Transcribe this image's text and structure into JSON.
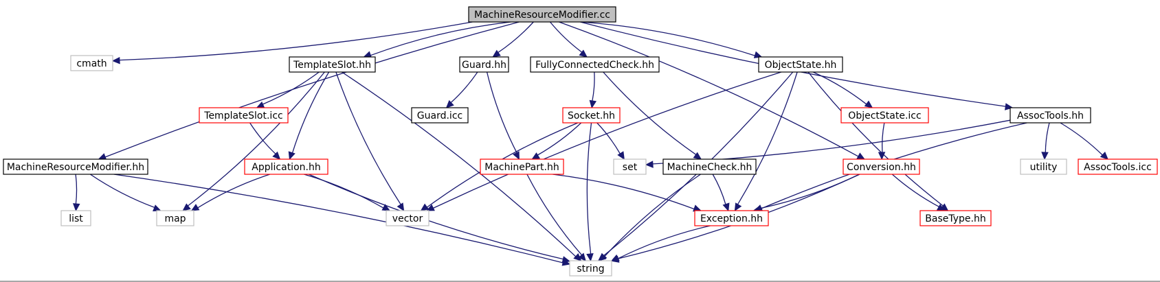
{
  "graph": {
    "nodes": [
      {
        "id": "mrm_cc",
        "label": "MachineResourceModifier.cc",
        "style": "root"
      },
      {
        "id": "cmath",
        "label": "cmath",
        "style": "system"
      },
      {
        "id": "templateslot_hh",
        "label": "TemplateSlot.hh",
        "style": "normal"
      },
      {
        "id": "guard_hh",
        "label": "Guard.hh",
        "style": "normal"
      },
      {
        "id": "fcc_hh",
        "label": "FullyConnectedCheck.hh",
        "style": "normal"
      },
      {
        "id": "objectstate_hh",
        "label": "ObjectState.hh",
        "style": "normal"
      },
      {
        "id": "templateslot_icc",
        "label": "TemplateSlot.icc",
        "style": "truncated"
      },
      {
        "id": "guard_icc",
        "label": "Guard.icc",
        "style": "normal"
      },
      {
        "id": "socket_hh",
        "label": "Socket.hh",
        "style": "truncated"
      },
      {
        "id": "objectstate_icc",
        "label": "ObjectState.icc",
        "style": "truncated"
      },
      {
        "id": "assoctools_hh",
        "label": "AssocTools.hh",
        "style": "normal"
      },
      {
        "id": "mrm_hh",
        "label": "MachineResourceModifier.hh",
        "style": "normal"
      },
      {
        "id": "application_hh",
        "label": "Application.hh",
        "style": "truncated"
      },
      {
        "id": "machinepart_hh",
        "label": "MachinePart.hh",
        "style": "truncated"
      },
      {
        "id": "set",
        "label": "set",
        "style": "system"
      },
      {
        "id": "machinecheck_hh",
        "label": "MachineCheck.hh",
        "style": "normal"
      },
      {
        "id": "conversion_hh",
        "label": "Conversion.hh",
        "style": "truncated"
      },
      {
        "id": "utility",
        "label": "utility",
        "style": "system"
      },
      {
        "id": "assoctools_icc",
        "label": "AssocTools.icc",
        "style": "truncated"
      },
      {
        "id": "list",
        "label": "list",
        "style": "system"
      },
      {
        "id": "map",
        "label": "map",
        "style": "system"
      },
      {
        "id": "vector",
        "label": "vector",
        "style": "system"
      },
      {
        "id": "exception_hh",
        "label": "Exception.hh",
        "style": "truncated"
      },
      {
        "id": "basetype_hh",
        "label": "BaseType.hh",
        "style": "truncated"
      },
      {
        "id": "string",
        "label": "string",
        "style": "system"
      }
    ],
    "edges": [
      {
        "from": "mrm_cc",
        "to": "cmath"
      },
      {
        "from": "mrm_cc",
        "to": "templateslot_hh"
      },
      {
        "from": "mrm_cc",
        "to": "guard_hh"
      },
      {
        "from": "mrm_cc",
        "to": "fcc_hh"
      },
      {
        "from": "mrm_cc",
        "to": "objectstate_hh"
      },
      {
        "from": "mrm_cc",
        "to": "mrm_hh"
      },
      {
        "from": "mrm_cc",
        "to": "conversion_hh"
      },
      {
        "from": "mrm_cc",
        "to": "assoctools_hh"
      },
      {
        "from": "templateslot_hh",
        "to": "templateslot_icc"
      },
      {
        "from": "templateslot_hh",
        "to": "application_hh"
      },
      {
        "from": "templateslot_hh",
        "to": "map"
      },
      {
        "from": "templateslot_hh",
        "to": "vector"
      },
      {
        "from": "templateslot_hh",
        "to": "string"
      },
      {
        "from": "templateslot_icc",
        "to": "application_hh"
      },
      {
        "from": "guard_hh",
        "to": "guard_icc"
      },
      {
        "from": "guard_hh",
        "to": "machinepart_hh"
      },
      {
        "from": "fcc_hh",
        "to": "socket_hh"
      },
      {
        "from": "fcc_hh",
        "to": "machinecheck_hh"
      },
      {
        "from": "objectstate_hh",
        "to": "objectstate_icc"
      },
      {
        "from": "objectstate_hh",
        "to": "vector"
      },
      {
        "from": "objectstate_hh",
        "to": "exception_hh"
      },
      {
        "from": "objectstate_hh",
        "to": "basetype_hh"
      },
      {
        "from": "objectstate_hh",
        "to": "string"
      },
      {
        "from": "objectstate_icc",
        "to": "conversion_hh"
      },
      {
        "from": "socket_hh",
        "to": "machinepart_hh"
      },
      {
        "from": "socket_hh",
        "to": "vector"
      },
      {
        "from": "socket_hh",
        "to": "set"
      },
      {
        "from": "socket_hh",
        "to": "string"
      },
      {
        "from": "assoctools_hh",
        "to": "set"
      },
      {
        "from": "assoctools_hh",
        "to": "utility"
      },
      {
        "from": "assoctools_hh",
        "to": "assoctools_icc"
      },
      {
        "from": "assoctools_hh",
        "to": "exception_hh"
      },
      {
        "from": "mrm_hh",
        "to": "list"
      },
      {
        "from": "mrm_hh",
        "to": "map"
      },
      {
        "from": "mrm_hh",
        "to": "string"
      },
      {
        "from": "application_hh",
        "to": "map"
      },
      {
        "from": "application_hh",
        "to": "vector"
      },
      {
        "from": "application_hh",
        "to": "string"
      },
      {
        "from": "machinepart_hh",
        "to": "exception_hh"
      },
      {
        "from": "machinepart_hh",
        "to": "string"
      },
      {
        "from": "machinecheck_hh",
        "to": "exception_hh"
      },
      {
        "from": "machinecheck_hh",
        "to": "string"
      },
      {
        "from": "conversion_hh",
        "to": "exception_hh"
      },
      {
        "from": "conversion_hh",
        "to": "basetype_hh"
      },
      {
        "from": "conversion_hh",
        "to": "string"
      },
      {
        "from": "exception_hh",
        "to": "string"
      }
    ]
  },
  "colors": {
    "edge": "#191970",
    "root_fill": "#bfbfbf",
    "root_border": "#000000",
    "normal_border": "#000000",
    "truncated_border": "#ff0000",
    "system_border": "#bfbfbf",
    "label": "#000000",
    "bottom_line": "#8a8a8a"
  }
}
